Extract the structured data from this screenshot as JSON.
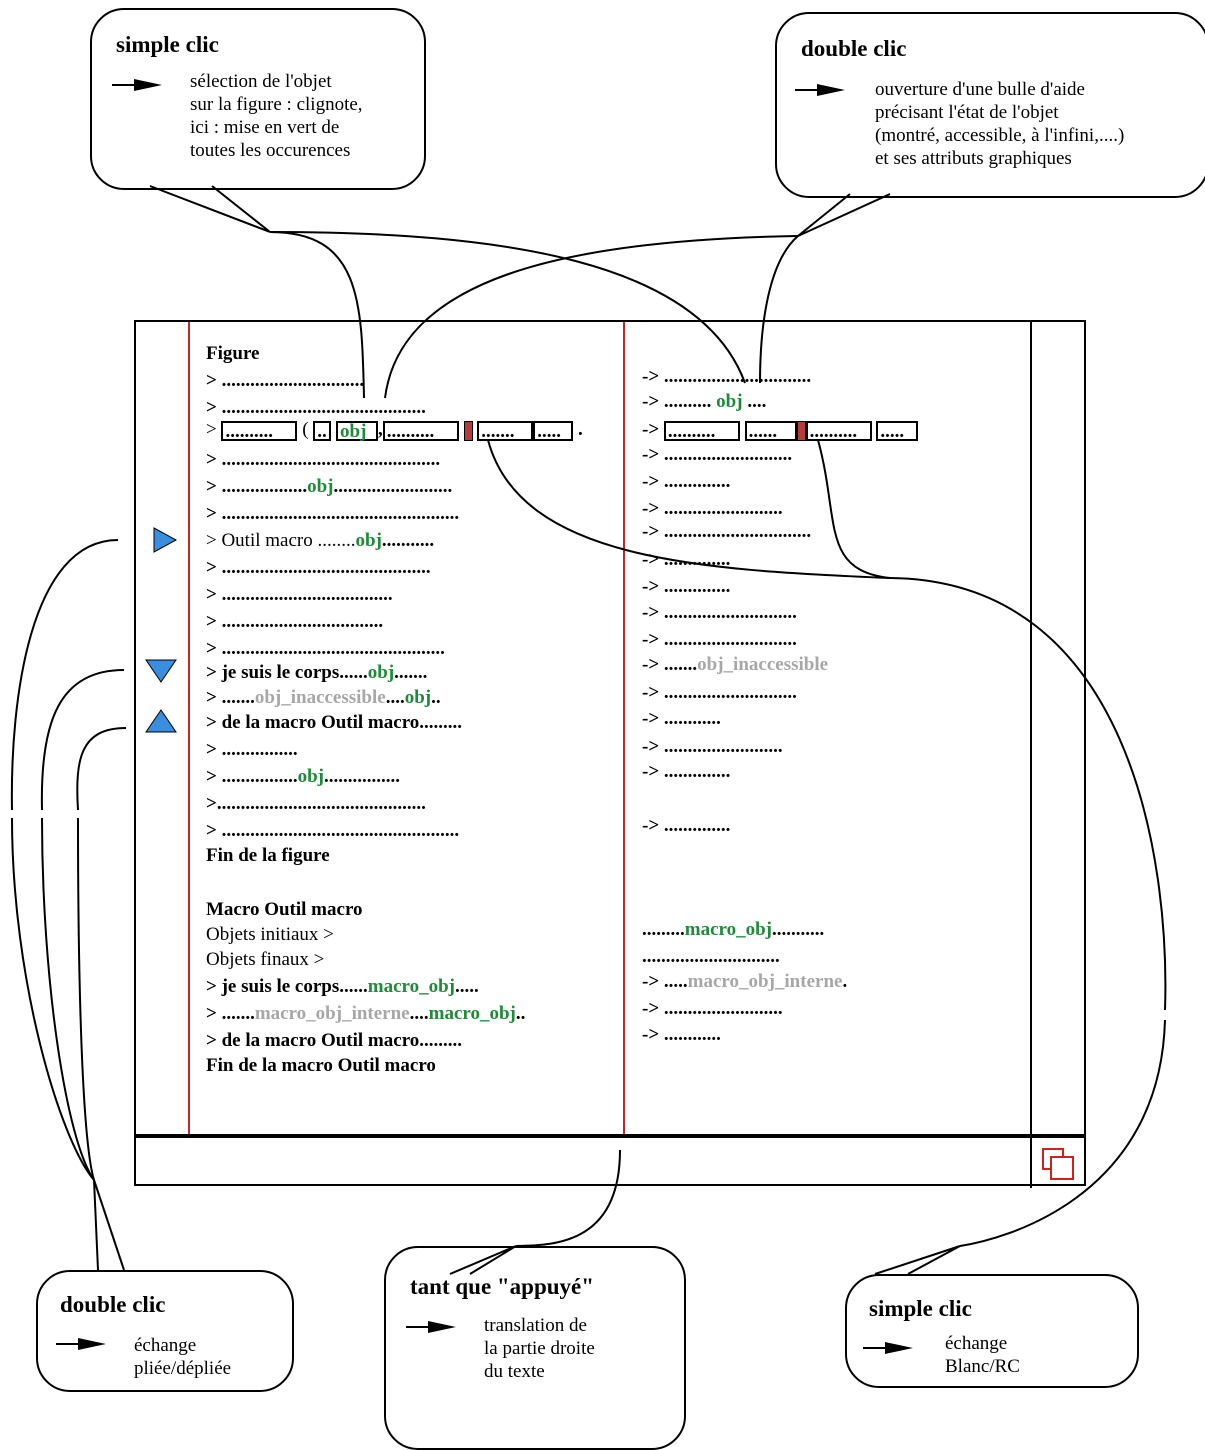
{
  "callouts": {
    "top_left": {
      "title": "simple clic",
      "lines": [
        "sélection de l'objet",
        "sur la figure : clignote,",
        "ici : mise en vert de",
        "toutes les occurences"
      ]
    },
    "top_right": {
      "title": "double clic",
      "lines": [
        "ouverture d'une bulle d'aide",
        "précisant l'état de l'objet",
        "(montré, accessible, à l'infini,....)",
        "et ses attributs graphiques"
      ]
    },
    "bottom_left": {
      "title": "double clic",
      "lines": [
        "échange",
        "pliée/dépliée"
      ]
    },
    "bottom_mid": {
      "title": "tant que \"appuyé\"",
      "lines": [
        "translation de",
        "la partie droite",
        "du texte"
      ]
    },
    "bottom_right": {
      "title": "simple clic",
      "lines": [
        "échange",
        "Blanc/RC"
      ]
    }
  },
  "left": {
    "figure": "Figure",
    "l1": "> ..............................",
    "l2": "> ...........................................",
    "l3_prefix": "> ",
    "l3_b1": "..........",
    "l3_open": " ( ",
    "l3_b2": "..",
    "l3_obj": "obj",
    "l3_comma": ",",
    "l3_b3": "..........",
    "l3_b4": ".......",
    "l3_b5": ".....",
    "l3_end": ".",
    "l4": "> ..............................................",
    "l5_a": "> ..................",
    "l5_obj": "obj",
    "l5_b": ".........................",
    "l6": "> ..................................................",
    "l7_a": "> Outil macro ........",
    "l7_obj": "obj",
    "l7_b": "...........",
    "l8": "> ............................................",
    "l9": "> ....................................",
    "l10": "> ..................................",
    "l11": "> ...............................................",
    "l12_a": "> je suis le corps......",
    "l12_obj": "obj",
    "l12_b": ".......",
    "l13_a": ">  .......",
    "l13_gr": "obj_inaccessible",
    "l13_b": "....",
    "l13_obj": "obj",
    "l13_c": "..",
    "l14": "> de la macro Outil macro.........",
    "l15": "> ................",
    "l16_a": "> ................",
    "l16_obj": "obj",
    "l16_b": "................",
    "l17": ">............................................",
    "l18": "> ..................................................",
    "fin": "Fin de la figure",
    "macro_title": "Macro Outil macro",
    "obj_init": "Objets initiaux >",
    "obj_fin": "Objets finaux >",
    "m1_a": "> je suis le corps......",
    "m1_g": "macro_obj",
    "m1_b": ".....",
    "m2_a": ">  .......",
    "m2_gr": "macro_obj_interne",
    "m2_b": "....",
    "m2_g": "macro_obj",
    "m2_c": "..",
    "m3": "> de la macro Outil macro.........",
    "m_fin": "Fin de la macro Outil macro"
  },
  "right": {
    "r1": "-> ...............................",
    "r2_a": "-> ..........",
    "r2_obj": "obj",
    "r2_b": "....",
    "r3_prefix": "->",
    "r3_b1": "..........",
    "r3_b2": "......",
    "r3_b3": "..........",
    "r3_b4": ".....",
    "r4": "-> ...........................",
    "r5": "-> ..............",
    "r6": "-> .........................",
    "r7": "-> ...............................",
    "r8": "-> ..............",
    "r9": "-> ..............",
    "r10": "-> ............................",
    "r11": "-> ............................",
    "r12_a": "-> .......",
    "r12_gr": "obj_inaccessible",
    "r13": "-> ............................",
    "r14": "-> ............",
    "r15": "-> .........................",
    "r16": "-> ..............",
    "r17": "-> ..............",
    "m1_a": ".........",
    "m1_g": "macro_obj",
    "m1_b": "...........",
    "m2": ".............................",
    "m3_a": "-> .....",
    "m3_gr": "macro_obj_interne",
    "m3_b": ".",
    "m4": "-> .........................",
    "m5": "-> ............"
  },
  "colors": {
    "green": "#1f8b3a",
    "grey": "#a7a7a7",
    "red_line": "#c0282a",
    "toggle_blue": "#3a8ee0"
  },
  "icons": [
    "arrow-right-icon",
    "triangle-right-icon",
    "triangle-down-icon",
    "triangle-up-icon",
    "overlapping-squares-icon"
  ]
}
